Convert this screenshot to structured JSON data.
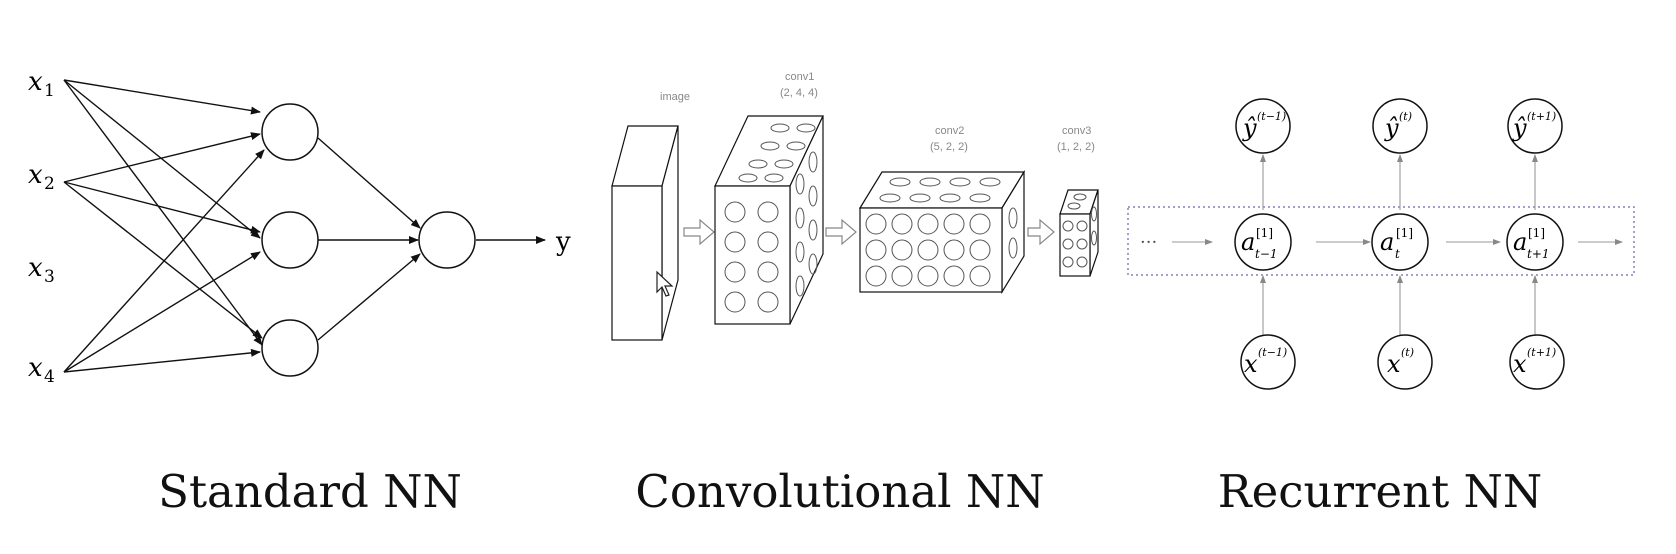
{
  "standard_nn": {
    "inputs": [
      "x",
      "x",
      "x",
      "x"
    ],
    "input_subscripts": [
      "1",
      "2",
      "3",
      "4"
    ],
    "output": "y",
    "caption": "Standard NN"
  },
  "cnn": {
    "image_label": "image",
    "layers": [
      {
        "name": "conv1",
        "dims": "(2, 4, 4)"
      },
      {
        "name": "conv2",
        "dims": "(5, 2, 2)"
      },
      {
        "name": "conv3",
        "dims": "(1, 2, 2)"
      }
    ],
    "caption": "Convolutional NN"
  },
  "rnn": {
    "outputs_sup": [
      "(t−1)",
      "(t)",
      "(t+1)"
    ],
    "hidden_sup": "[1]",
    "hidden_sub": [
      "t−1",
      "t",
      "t+1"
    ],
    "inputs_sup": [
      "(t−1)",
      "(t)",
      "(t+1)"
    ],
    "output_symbol": "ŷ",
    "hidden_symbol": "a",
    "input_symbol": "x",
    "ellipsis": "···",
    "caption": "Recurrent NN"
  },
  "colors": {
    "stroke": "#111111",
    "light_stroke": "#777777",
    "dashed_box": "#8a7fc0"
  }
}
